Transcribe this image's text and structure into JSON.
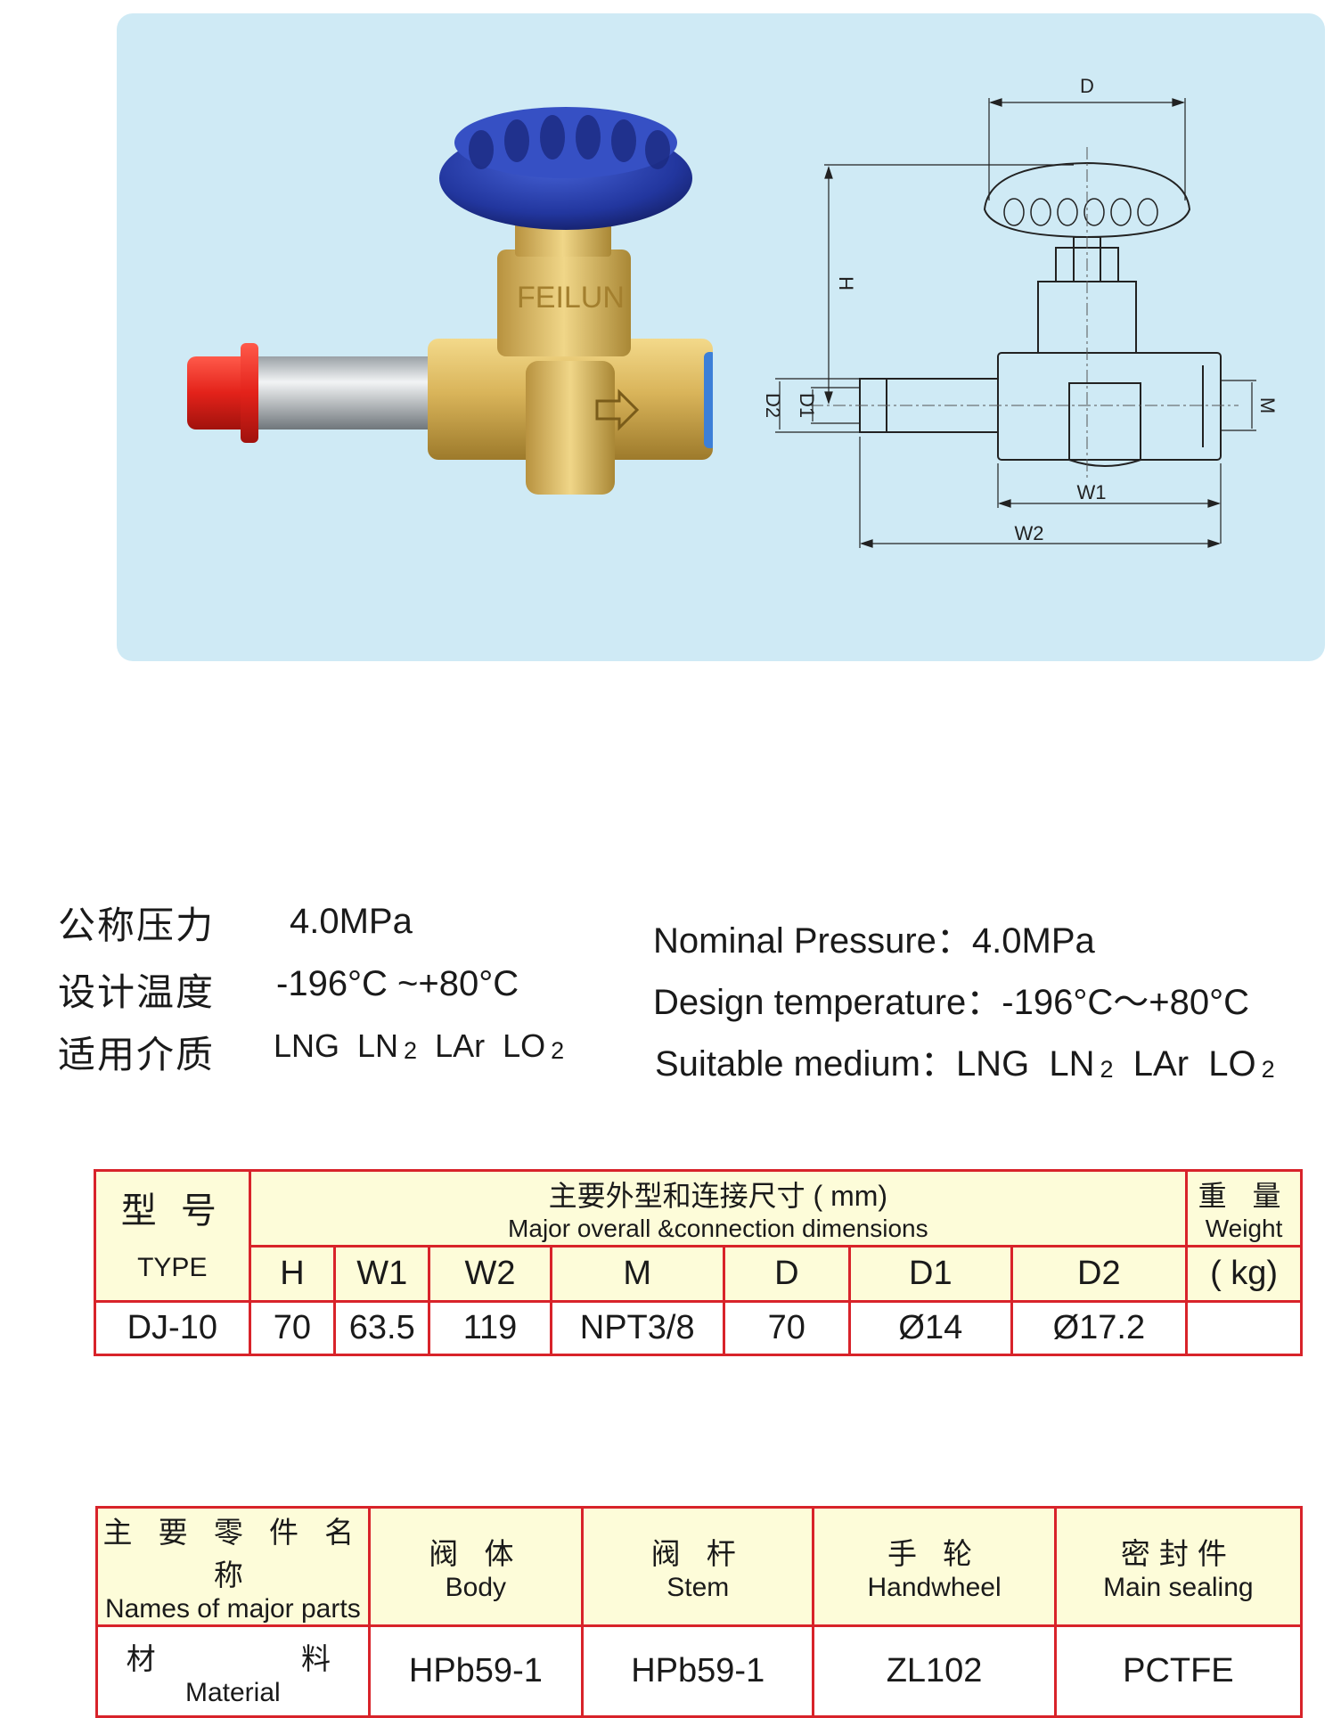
{
  "product": {
    "brand_mark": "FEILUN"
  },
  "drawing": {
    "labels": {
      "D": "D",
      "H": "H",
      "D1": "D1",
      "D2": "D2",
      "M": "M",
      "W1": "W1",
      "W2": "W2"
    }
  },
  "specs_cn": [
    {
      "label": "公称压力",
      "value": "4.0MPa"
    },
    {
      "label": "设计温度",
      "value": "-196°C ~+80°C"
    },
    {
      "label": "适用介质",
      "value": "LNG  LN",
      "sub1": "2",
      "mid": "  LAr  LO",
      "sub2": "2"
    }
  ],
  "specs_en": [
    {
      "label": "Nominal Pressure：",
      "value": "4.0MPa"
    },
    {
      "label": "Design temperature：",
      "value": "-196°C～+80°C"
    },
    {
      "label": "Suitable medium：",
      "value": "LNG  LN",
      "sub1": "2",
      "mid": "  LAr  LO",
      "sub2": "2"
    }
  ],
  "dim_table": {
    "type_cn": "型 号",
    "type_en": "TYPE",
    "main_cn": "主要外型和连接尺寸 ( mm)",
    "main_en": "Major overall &connection dimensions",
    "weight_cn": "重 量",
    "weight_en": "Weight",
    "weight_unit": "( kg)",
    "columns": [
      "H",
      "W1",
      "W2",
      "M",
      "D",
      "D1",
      "D2"
    ],
    "row": {
      "type": "DJ-10",
      "values": [
        "70",
        "63.5",
        "119",
        "NPT3/8",
        "70",
        "Ø14",
        "Ø17.2"
      ],
      "weight": ""
    }
  },
  "parts_table": {
    "head_cn": "主 要 零 件 名 称",
    "head_en": "Names of major parts",
    "material_cn": "材        料",
    "material_en": "Material",
    "parts": [
      {
        "cn": "阀 体",
        "en": "Body",
        "material": "HPb59-1"
      },
      {
        "cn": "阀 杆",
        "en": "Stem",
        "material": "HPb59-1"
      },
      {
        "cn": "手 轮",
        "en": "Handwheel",
        "material": "ZL102"
      },
      {
        "cn": "密封件",
        "en": "Main sealing",
        "material": "PCTFE"
      }
    ]
  }
}
